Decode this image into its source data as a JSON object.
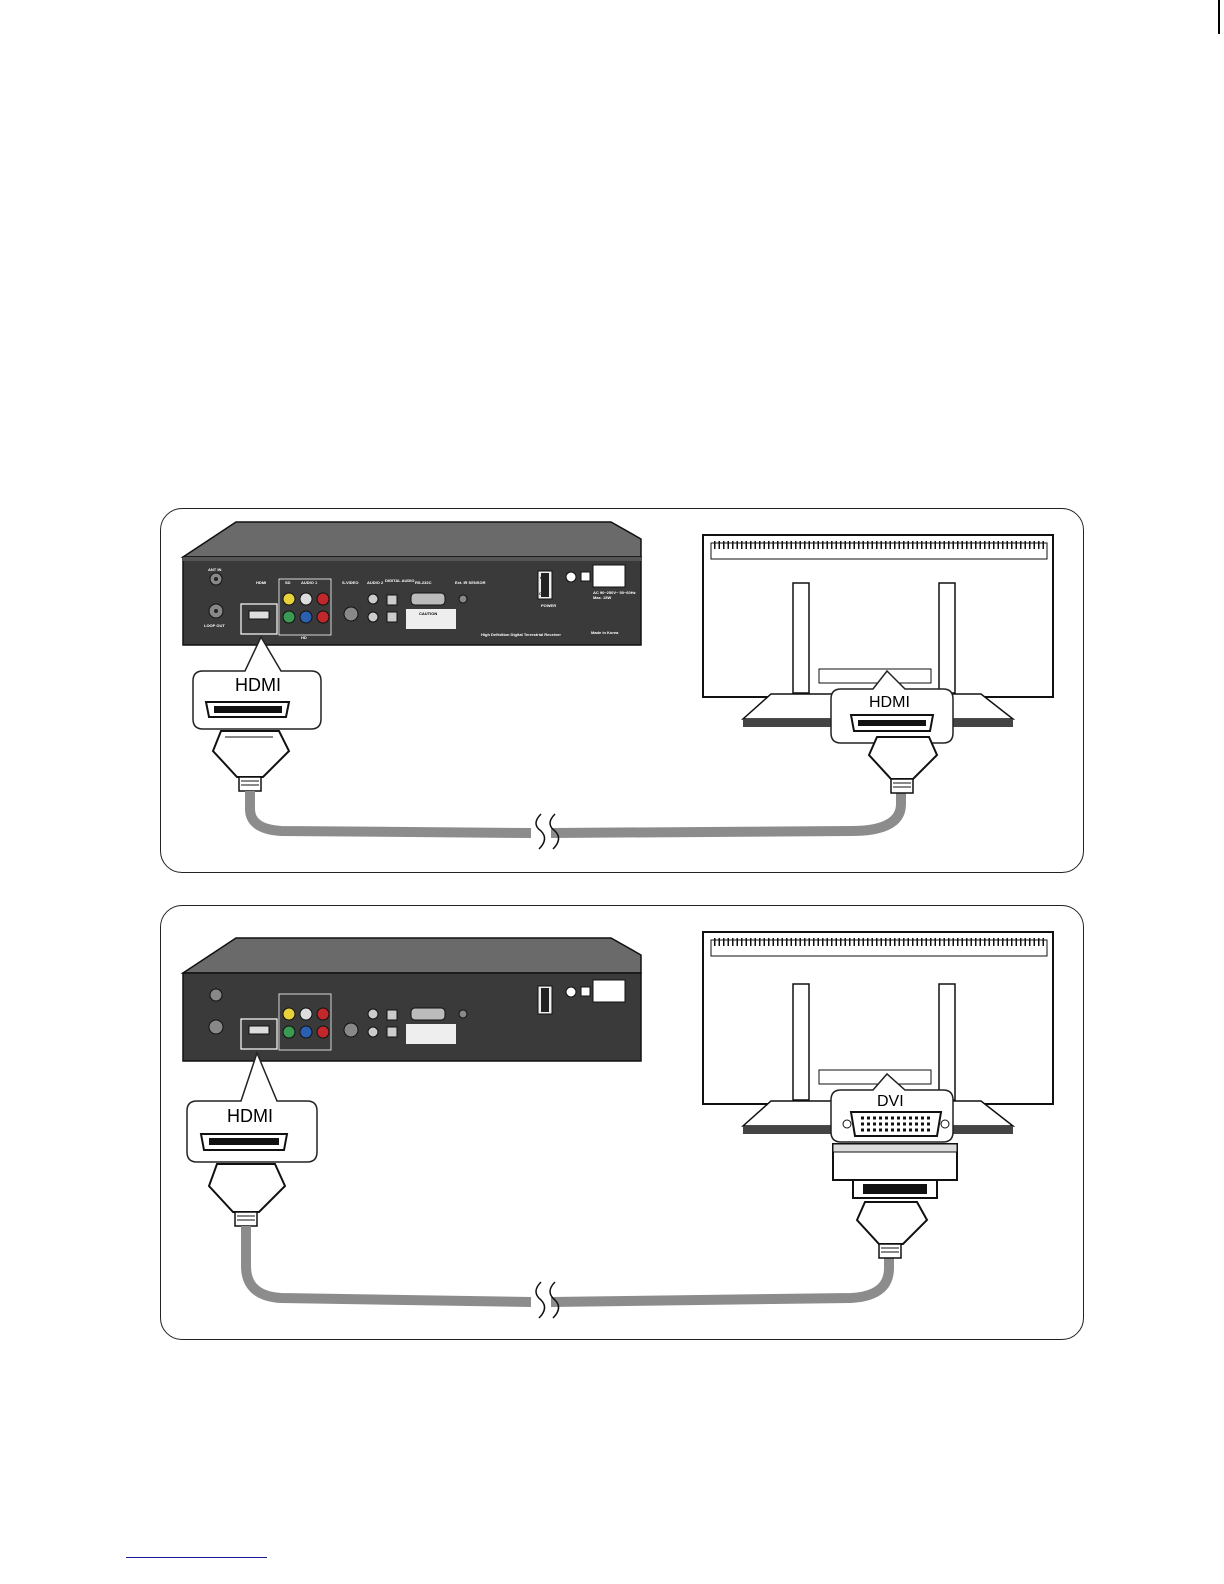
{
  "diagram": {
    "panels": [
      {
        "id": "hdmi-to-hdmi",
        "receiver_callout_label": "HDMI",
        "tv_callout_label": "HDMI"
      },
      {
        "id": "hdmi-to-dvi",
        "receiver_callout_label": "HDMI",
        "tv_callout_label": "DVI"
      }
    ],
    "receiver_panel_labels": {
      "ant_in": "ANT IN",
      "loop_out": "LOOP OUT",
      "hdmi": "HDMI",
      "sd": "SD",
      "audio1": "AUDIO 1",
      "hd": "HD",
      "svideo": "S-VIDEO",
      "audio2": "AUDIO 2",
      "digital_audio": "DIGITAL AUDIO",
      "rs232c": "RS-232C",
      "ext_ir": "Ext. IR SENSOR",
      "on": "ON",
      "off": "OFF",
      "power": "POWER",
      "caution": "CAUTION",
      "ac_rating": "AC 90~250V~ 50~60Hz",
      "max": "Max. 15W",
      "model": "High Definition Digital Terrestrial Receiver",
      "made_in": "Made in Korea"
    }
  }
}
